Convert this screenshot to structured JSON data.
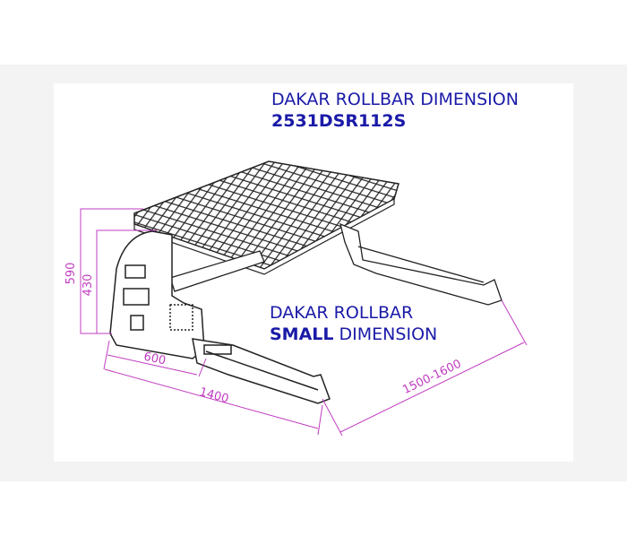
{
  "title": {
    "line1": "DAKAR ROLLBAR DIMENSION",
    "line2": "2531DSR112S"
  },
  "subtitle": {
    "line1": "DAKAR ROLLBAR",
    "line2_bold": "SMALL",
    "line2_rest": " DIMENSION"
  },
  "dimensions": {
    "total_height": "590",
    "arch_height": "430",
    "arch_depth": "600",
    "total_length": "1400",
    "width_range": "1500-1600"
  },
  "colors": {
    "title": "#1a1aa8",
    "dimension": "#c03cc0",
    "drawing": "#222222"
  }
}
